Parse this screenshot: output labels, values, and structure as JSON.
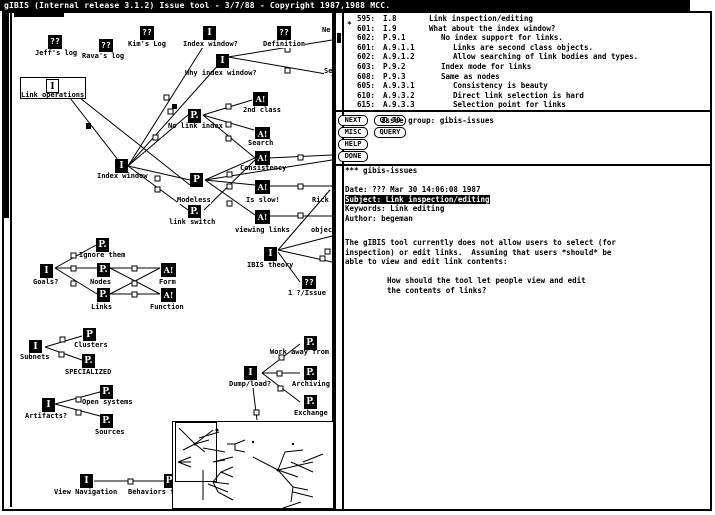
{
  "window": {
    "title": "gIBIS (Internal release 3.1.2) Issue tool - 3/7/88 - Copyright 1987,1988 MCC."
  },
  "issue_list": {
    "current_marker": "*",
    "rows": [
      {
        "id": "595:",
        "type": "I.8",
        "indent": 0,
        "title": "Link inspection/editing"
      },
      {
        "id": "601:",
        "type": "I.9",
        "indent": 0,
        "title": "What about the index window?"
      },
      {
        "id": "602:",
        "type": "P.9.1",
        "indent": 1,
        "title": "No index support for links."
      },
      {
        "id": "601:",
        "type": "A.9.1.1",
        "indent": 2,
        "title": "Links are second class objects."
      },
      {
        "id": "602:",
        "type": "A.9.1.2",
        "indent": 2,
        "title": "Allow searching of link bodies and types."
      },
      {
        "id": "603:",
        "type": "P.9.2",
        "indent": 1,
        "title": "Index mode for links"
      },
      {
        "id": "608:",
        "type": "P.9.3",
        "indent": 1,
        "title": "Same as nodes"
      },
      {
        "id": "605:",
        "type": "A.9.3.1",
        "indent": 2,
        "title": "Consistency is beauty"
      },
      {
        "id": "610:",
        "type": "A.9.3.2",
        "indent": 2,
        "title": "Direct link selection is hard"
      },
      {
        "id": "615:",
        "type": "A.9.3.3",
        "indent": 2,
        "title": "Selection point for links"
      }
    ]
  },
  "controls": {
    "buttons": {
      "next": "NEXT",
      "go_to": "GO TO",
      "misc": "MISC",
      "query": "QUERY",
      "help": "HELP",
      "done": "DONE"
    },
    "issue_group_label": "Issue group:",
    "issue_group_value": "gibis-issues"
  },
  "message": {
    "header": "*** gibis-issues",
    "date": "Date: ??? Mar 30 14:06:08 1987",
    "subject": "Subject: Link inspection/editing",
    "keywords": "Keywords: Link editing",
    "author": "Author: begeman",
    "body": [
      "The gIBIS tool currently does not allow users to select (for",
      "inspection) or edit links.  Assuming that users *should* be",
      "able to view and edit link contents:"
    ],
    "question": [
      "How should the tool let people view and edit",
      "the contents of links?"
    ]
  },
  "graph": {
    "nodes": [
      {
        "key": "jeffs-log",
        "kind": "?",
        "glyph": "??",
        "label": "Jeff's log"
      },
      {
        "key": "ravas-log",
        "kind": "?",
        "glyph": "??",
        "label": "Rava's log"
      },
      {
        "key": "kims-log",
        "kind": "?",
        "glyph": "??",
        "label": "Kim's Log"
      },
      {
        "key": "index-window-q",
        "kind": "I",
        "glyph": "I",
        "label": "Index window?"
      },
      {
        "key": "definition",
        "kind": "?",
        "glyph": "??",
        "label": "Definition"
      },
      {
        "key": "why-index-window",
        "kind": "I",
        "glyph": "I",
        "label": "Why index window?"
      },
      {
        "key": "link-operations",
        "kind": "I",
        "glyph": "I",
        "label": "Link operations"
      },
      {
        "key": "2nd-class",
        "kind": "A",
        "glyph": "A!",
        "label": "2nd class"
      },
      {
        "key": "no-link-index",
        "kind": "P",
        "glyph": "P.",
        "label": "No link index"
      },
      {
        "key": "search",
        "kind": "A",
        "glyph": "A!",
        "label": "Search"
      },
      {
        "key": "index-window",
        "kind": "I",
        "glyph": "I",
        "label": "Index window"
      },
      {
        "key": "consistency",
        "kind": "A",
        "glyph": "A!",
        "label": "Consistency"
      },
      {
        "key": "modeless",
        "kind": "P",
        "glyph": "P",
        "label": "Modeless"
      },
      {
        "key": "is-slow",
        "kind": "A",
        "glyph": "A!",
        "label": "Is slow!"
      },
      {
        "key": "link-switch",
        "kind": "P",
        "glyph": "P.",
        "label": "link switch"
      },
      {
        "key": "viewing-links",
        "kind": "A",
        "glyph": "A!",
        "label": "viewing links"
      },
      {
        "key": "ibis-theory",
        "kind": "I",
        "glyph": "I",
        "label": "IBIS theory"
      },
      {
        "key": "issue-1",
        "kind": "?",
        "glyph": "??",
        "label": "1 ?/Issue"
      },
      {
        "key": "goals",
        "kind": "I",
        "glyph": "I",
        "label": "Goals?"
      },
      {
        "key": "ignore-them",
        "kind": "P",
        "glyph": "P.",
        "label": "Ignore them"
      },
      {
        "key": "nodes",
        "kind": "P",
        "glyph": "P.",
        "label": "Nodes"
      },
      {
        "key": "form",
        "kind": "A",
        "glyph": "A!",
        "label": "Form"
      },
      {
        "key": "links",
        "kind": "P",
        "glyph": "P.",
        "label": "Links"
      },
      {
        "key": "function",
        "kind": "A",
        "glyph": "A!",
        "label": "Function"
      },
      {
        "key": "subnets",
        "kind": "I",
        "glyph": "I",
        "label": "Subnets"
      },
      {
        "key": "clusters",
        "kind": "P",
        "glyph": "P",
        "label": "Clusters"
      },
      {
        "key": "specialized",
        "kind": "P",
        "glyph": "P.",
        "label": "SPECIALIZED"
      },
      {
        "key": "artifacts",
        "kind": "I",
        "glyph": "I",
        "label": "Artifacts?"
      },
      {
        "key": "open-systems",
        "kind": "P",
        "glyph": "P.",
        "label": "Open systems"
      },
      {
        "key": "sources",
        "kind": "P",
        "glyph": "P.",
        "label": "Sources"
      },
      {
        "key": "dump-load",
        "kind": "I",
        "glyph": "I",
        "label": "Dump/load?"
      },
      {
        "key": "work-away-from",
        "kind": "P",
        "glyph": "P.",
        "label": "Work away from"
      },
      {
        "key": "archiving",
        "kind": "P",
        "glyph": "P.",
        "label": "Archiving"
      },
      {
        "key": "exchange",
        "kind": "P",
        "glyph": "P.",
        "label": "Exchange"
      },
      {
        "key": "view-navigation",
        "kind": "I",
        "glyph": "I",
        "label": "View Navigation"
      },
      {
        "key": "behaviors",
        "kind": "P",
        "glyph": "P",
        "label": "Behaviors f"
      }
    ],
    "clipped_labels": [
      "Ne",
      "Se",
      "Rick",
      "objec"
    ]
  }
}
